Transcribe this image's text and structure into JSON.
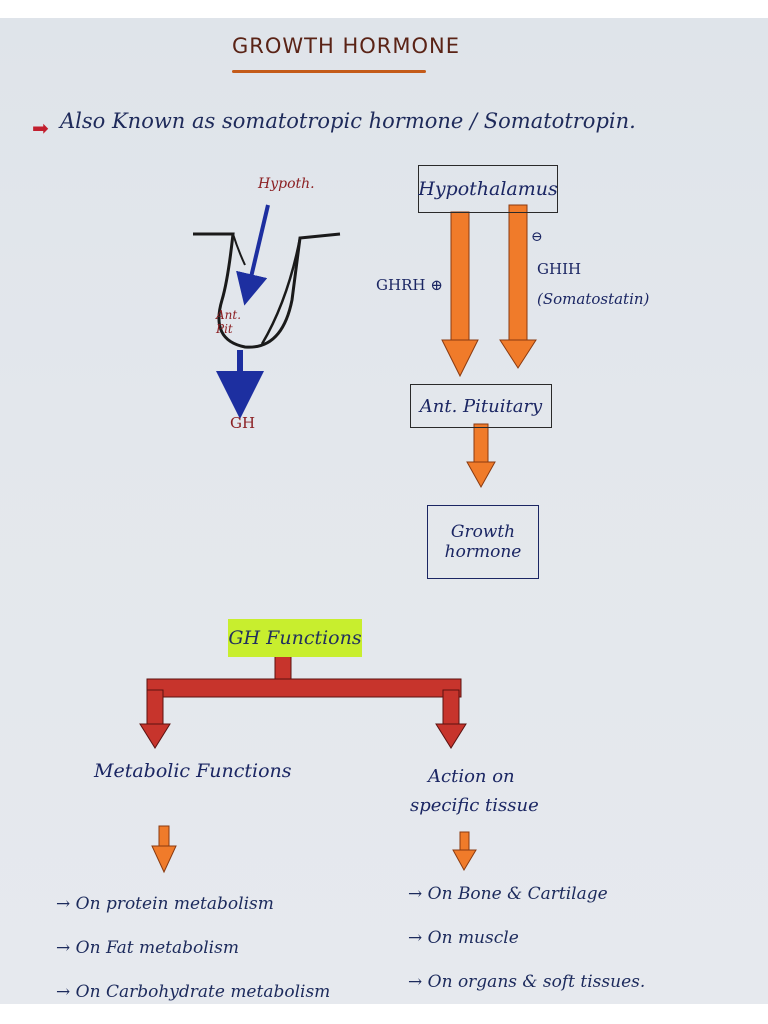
{
  "title": "GROWTH HORMONE",
  "aka": "Also Known as somatotropic hormone / Somatotropin.",
  "left_diagram": {
    "hypoth_label": "Hypoth.",
    "ant_pit_label": "Ant. Pit",
    "gh_label": "GH"
  },
  "flow": {
    "hypothalamus": "Hypothalamus",
    "ghrh": "GHRH ⊕",
    "ghih": "GHIH",
    "ghih_sign": "⊖",
    "somatostatin": "(Somatostatin)",
    "ant_pituitary": "Ant. Pituitary",
    "growth_hormone_line1": "Growth",
    "growth_hormone_line2": "hormone"
  },
  "functions": {
    "header": "GH Functions",
    "metabolic": "Metabolic Functions",
    "action_line1": "Action on",
    "action_line2": "specific tissue",
    "metabolic_items": [
      "→ On protein metabolism",
      "→ On Fat metabolism",
      "→ On Carbohydrate metabolism"
    ],
    "tissue_items": [
      "→ On Bone & Cartilage",
      "→ On muscle",
      "→ On organs & soft tissues."
    ]
  },
  "colors": {
    "orange_arrow": "#f07b2a",
    "red_arrow": "#c7342c",
    "navy_arrow": "#1d2fa0",
    "highlight": "#c8ee2e"
  }
}
